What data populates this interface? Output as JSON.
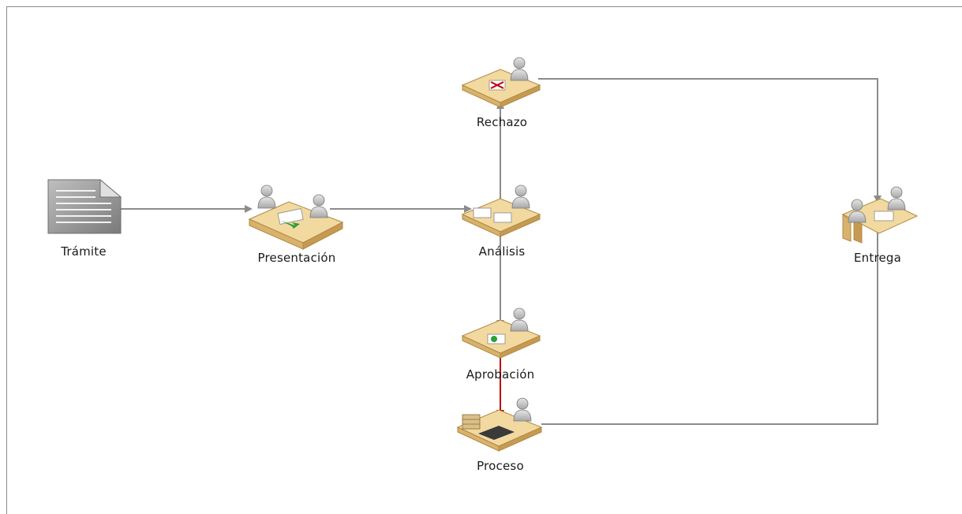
{
  "nodes": {
    "tramite": {
      "label": "Trámite"
    },
    "presentacion": {
      "label": "Presentación"
    },
    "analisis": {
      "label": "Análisis"
    },
    "rechazo": {
      "label": "Rechazo"
    },
    "aprobacion": {
      "label": "Aprobación"
    },
    "proceso": {
      "label": "Proceso"
    },
    "entrega": {
      "label": "Entrega"
    }
  },
  "colors": {
    "connector": "#8c8c8c",
    "highlight_connector": "#c00000",
    "desk_top": "#f2d9a0",
    "desk_side": "#d9b26b",
    "person": "#c8c8c8",
    "document": "#9a9a9a"
  }
}
